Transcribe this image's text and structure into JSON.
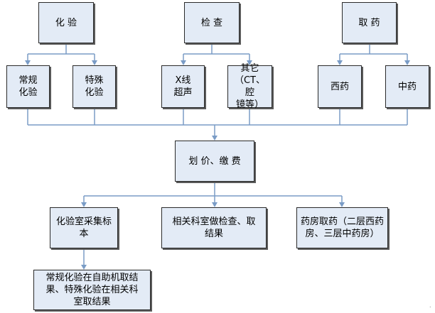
{
  "colors": {
    "line": "#7a9cc6",
    "node_fill": "#e3ebf6",
    "node_border": "#2a2a2a"
  },
  "nodes": {
    "lab_test": "化  验",
    "examination": "检  查",
    "medicine_pickup": "取  药",
    "routine_lab": "常规\n化验",
    "special_lab": "特殊\n化验",
    "xray_ultrasound": "X线\n超声",
    "other_exams": "其它\n（CT、腔\n镜等）",
    "western_medicine": "西药",
    "chinese_medicine": "中药",
    "pricing_payment": "划  价、缴  费",
    "lab_collection": "化验室采集标\n本",
    "dept_exam_results": "相关科室做检查、取\n结果",
    "pharmacy_pickup": "药房取药（二层西药\n房、三层中药房）",
    "lab_results": "常规化验在自助机取结\n果、特殊化验在相关科\n室取结果"
  },
  "corner_mark": "."
}
